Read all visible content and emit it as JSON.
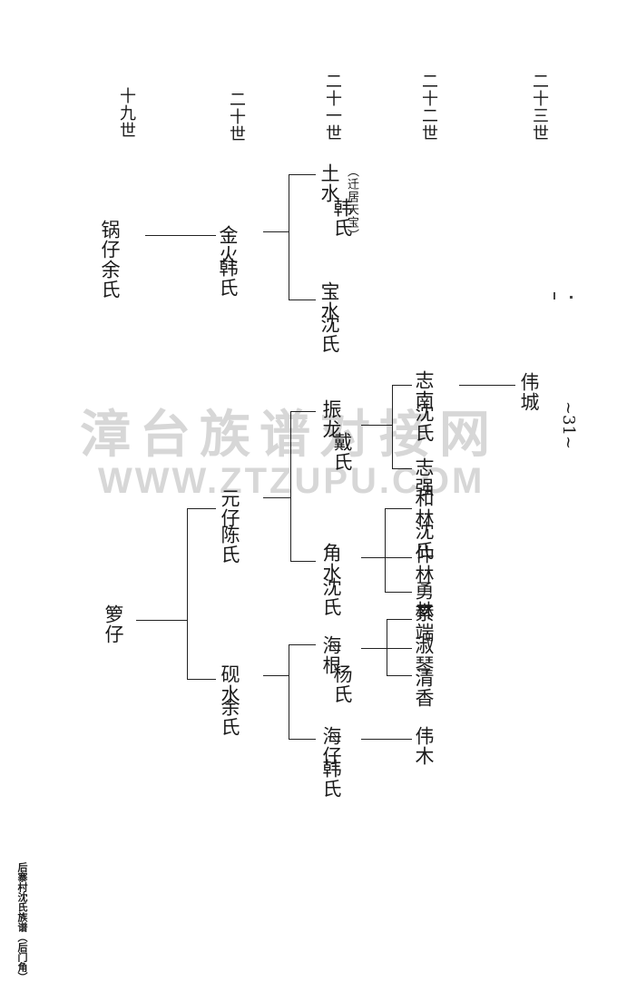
{
  "generations": [
    "十九世",
    "二十世",
    "二十一世",
    "二十二世",
    "二十三世"
  ],
  "watermark": {
    "line1": "漳台族谱对接网",
    "line2": "WWW.ZTZUPU.COM"
  },
  "page_number": "~31~",
  "footer": "后寨村沈氏族谱（后门角）",
  "tree1": {
    "root": {
      "name": "锅仔",
      "spouse": "余氏"
    },
    "gen20": {
      "name": "金火",
      "spouse": "韩氏"
    },
    "gen21": [
      {
        "name": "土水",
        "note": "（迁居天宝）",
        "spouse": "韩氏"
      },
      {
        "name": "宝水",
        "spouse": "沈氏"
      }
    ]
  },
  "tree2": {
    "root": {
      "name": "箩仔"
    },
    "gen20": [
      {
        "name": "元仔",
        "spouse": "陈氏"
      },
      {
        "name": "砚水",
        "spouse": "余氏"
      }
    ],
    "gen21": [
      {
        "name": "振龙",
        "spouse": "戴氏"
      },
      {
        "name": "角水",
        "spouse": "沈氏"
      },
      {
        "name": "海根",
        "spouse": "杨氏"
      },
      {
        "name": "海仔",
        "spouse": "韩氏"
      }
    ],
    "gen22": [
      {
        "name": "志南",
        "spouse": "沈氏"
      },
      {
        "name": "志强"
      },
      {
        "name": "和林",
        "spouse": "沈氏"
      },
      {
        "name": "仲林"
      },
      {
        "name": "勇林"
      },
      {
        "name": "素端"
      },
      {
        "name": "淑琴"
      },
      {
        "name": "清香"
      },
      {
        "name": "伟木"
      }
    ],
    "gen23": [
      {
        "name": "伟城"
      }
    ]
  }
}
